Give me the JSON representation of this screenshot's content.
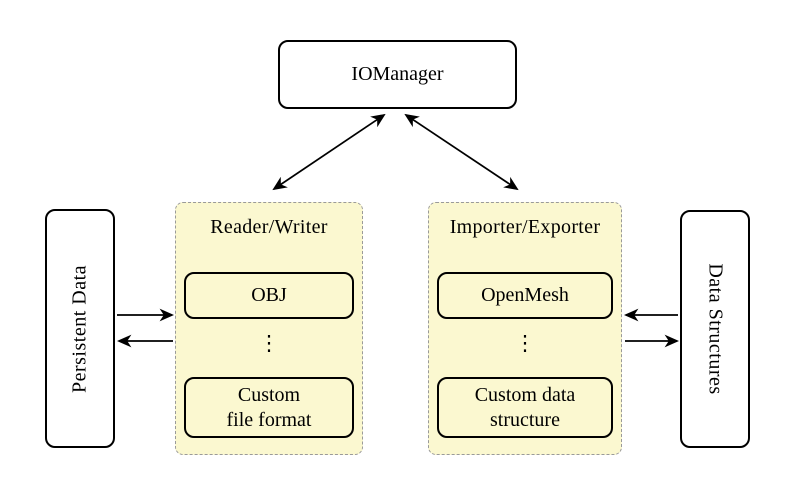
{
  "diagram": {
    "description": "IO architecture diagram",
    "colors": {
      "background": "#FFFFFF",
      "panel_fill": "#FBF8D0",
      "panel_border": "#9A9A9A",
      "node_fill": "#FFFFFF",
      "node_border": "#000000",
      "arrow": "#000000"
    },
    "iomanager": {
      "label": "IOManager"
    },
    "persistent_data": {
      "label": "Persistent Data"
    },
    "data_structures": {
      "label": "Data Structures"
    },
    "reader_writer_panel": {
      "title": "Reader/Writer",
      "top_item": "OBJ",
      "ellipsis": "⋮",
      "bottom_item_line1": "Custom",
      "bottom_item_line2": "file format"
    },
    "importer_exporter_panel": {
      "title": "Importer/Exporter",
      "top_item": "OpenMesh",
      "ellipsis": "⋮",
      "bottom_item_line1": "Custom data",
      "bottom_item_line2": "structure"
    },
    "connections": [
      "IOManager <-> Reader/Writer",
      "IOManager <-> Importer/Exporter",
      "Persistent Data -> Reader/Writer",
      "Reader/Writer -> Persistent Data",
      "Data Structures -> Importer/Exporter",
      "Importer/Exporter -> Data Structures"
    ]
  }
}
